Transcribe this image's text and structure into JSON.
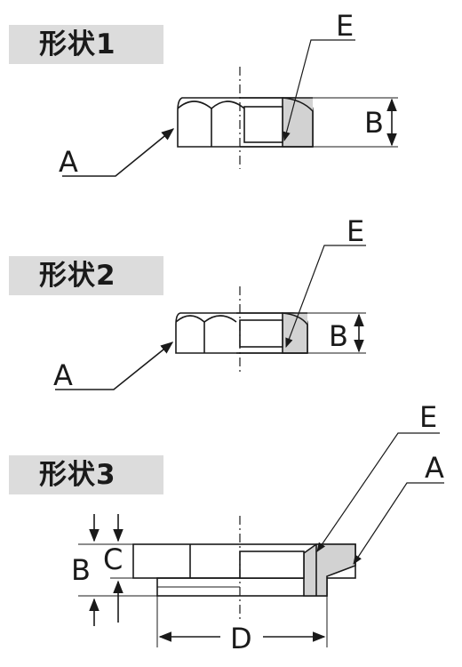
{
  "shapes": [
    {
      "title": "形状1",
      "labels": {
        "a": "A",
        "b": "B",
        "e": "E"
      }
    },
    {
      "title": "形状2",
      "labels": {
        "a": "A",
        "b": "B",
        "e": "E"
      }
    },
    {
      "title": "形状3",
      "labels": {
        "a": "A",
        "b": "B",
        "c": "C",
        "d": "D",
        "e": "E"
      }
    }
  ],
  "colors": {
    "line": "#1a1a1a",
    "shade": "#d2d2d2",
    "header_bg": "#dcdcdc"
  }
}
